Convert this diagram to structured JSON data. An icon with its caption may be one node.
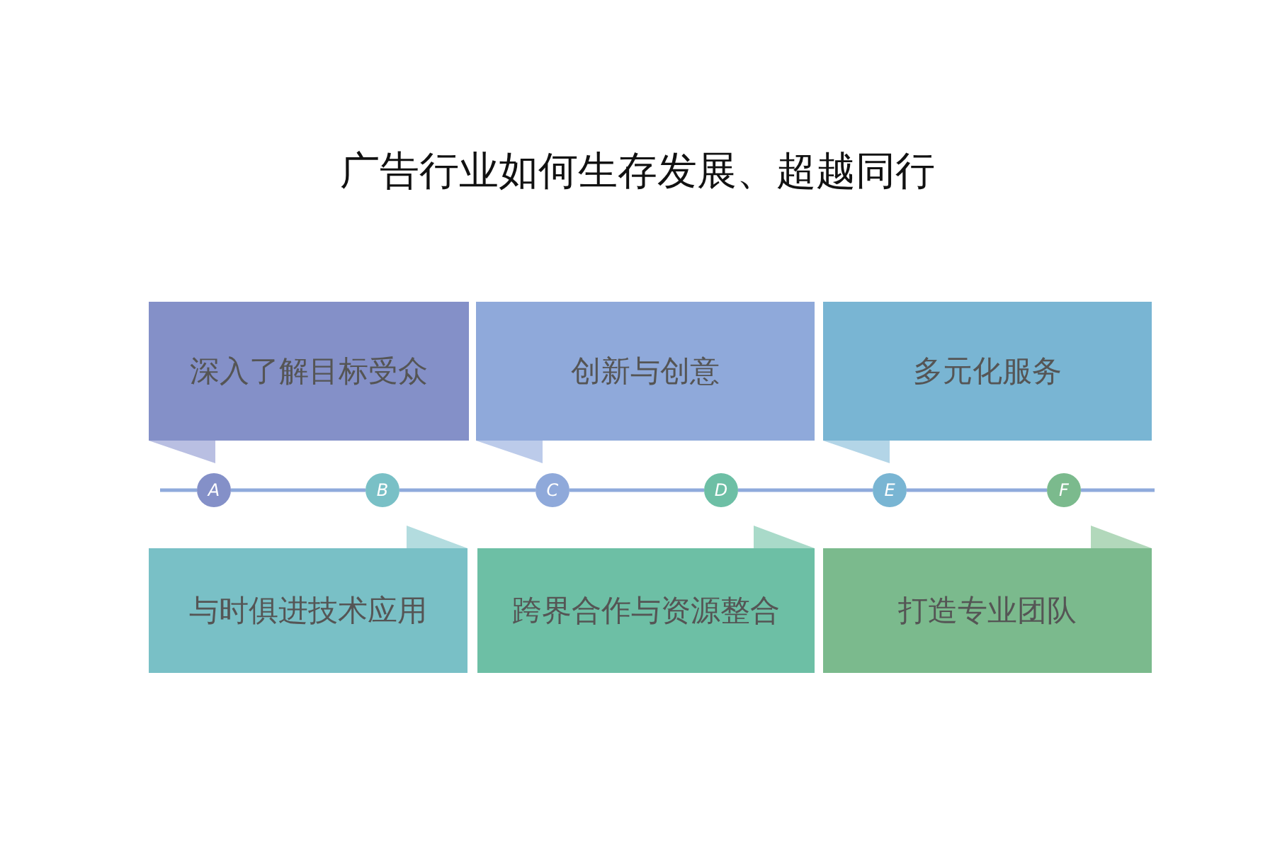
{
  "diagram": {
    "title": "广告行业如何生存发展、超越同行",
    "nodes": [
      {
        "text": [
          "深入了解目标受众"
        ]
      },
      {
        "text": [
          "创新与创意"
        ]
      },
      {
        "text": [
          "多元化服务"
        ]
      },
      {
        "text": [
          "A"
        ]
      },
      {
        "text": [
          "B"
        ]
      },
      {
        "text": [
          "C"
        ]
      },
      {
        "text": [
          "D"
        ]
      },
      {
        "text": [
          "E"
        ]
      },
      {
        "text": [
          "F"
        ]
      },
      {
        "text": [
          "与时俱进技术应用"
        ]
      },
      {
        "text": [
          "跨界合作与资源整合"
        ]
      },
      {
        "text": [
          "打造专业团队"
        ]
      }
    ],
    "edges": [
      {
        "from": 3,
        "to": 4,
        "arrow": "none"
      },
      {
        "from": 4,
        "to": 5,
        "arrow": "none"
      },
      {
        "from": 5,
        "to": 6,
        "arrow": "none"
      },
      {
        "from": 6,
        "to": 7,
        "arrow": "none"
      },
      {
        "from": 7,
        "to": 8,
        "arrow": "none"
      }
    ]
  }
}
